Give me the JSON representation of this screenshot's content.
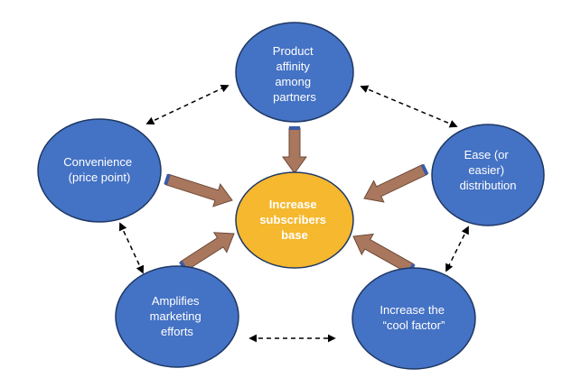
{
  "diagram": {
    "center": {
      "lines": [
        "Increase",
        "subscribers",
        "base"
      ]
    },
    "nodes": [
      {
        "id": "product-affinity",
        "lines": [
          "Product",
          "affinity",
          "among",
          "partners"
        ]
      },
      {
        "id": "convenience",
        "lines": [
          "Convenience",
          "(price point)"
        ]
      },
      {
        "id": "ease-distribution",
        "lines": [
          "Ease (or",
          "easier)",
          "distribution"
        ]
      },
      {
        "id": "amplifies-marketing",
        "lines": [
          "Amplifies",
          "marketing",
          "efforts"
        ]
      },
      {
        "id": "cool-factor",
        "lines": [
          "Increase the",
          "“cool factor”"
        ]
      }
    ],
    "colors": {
      "node_fill": "#4472C4",
      "node_stroke": "#1F3864",
      "center_fill": "#F5B82E",
      "arrow_fill": "#A9775E",
      "arrow_cap": "#3B5BA5",
      "dashed": "#000000"
    }
  }
}
